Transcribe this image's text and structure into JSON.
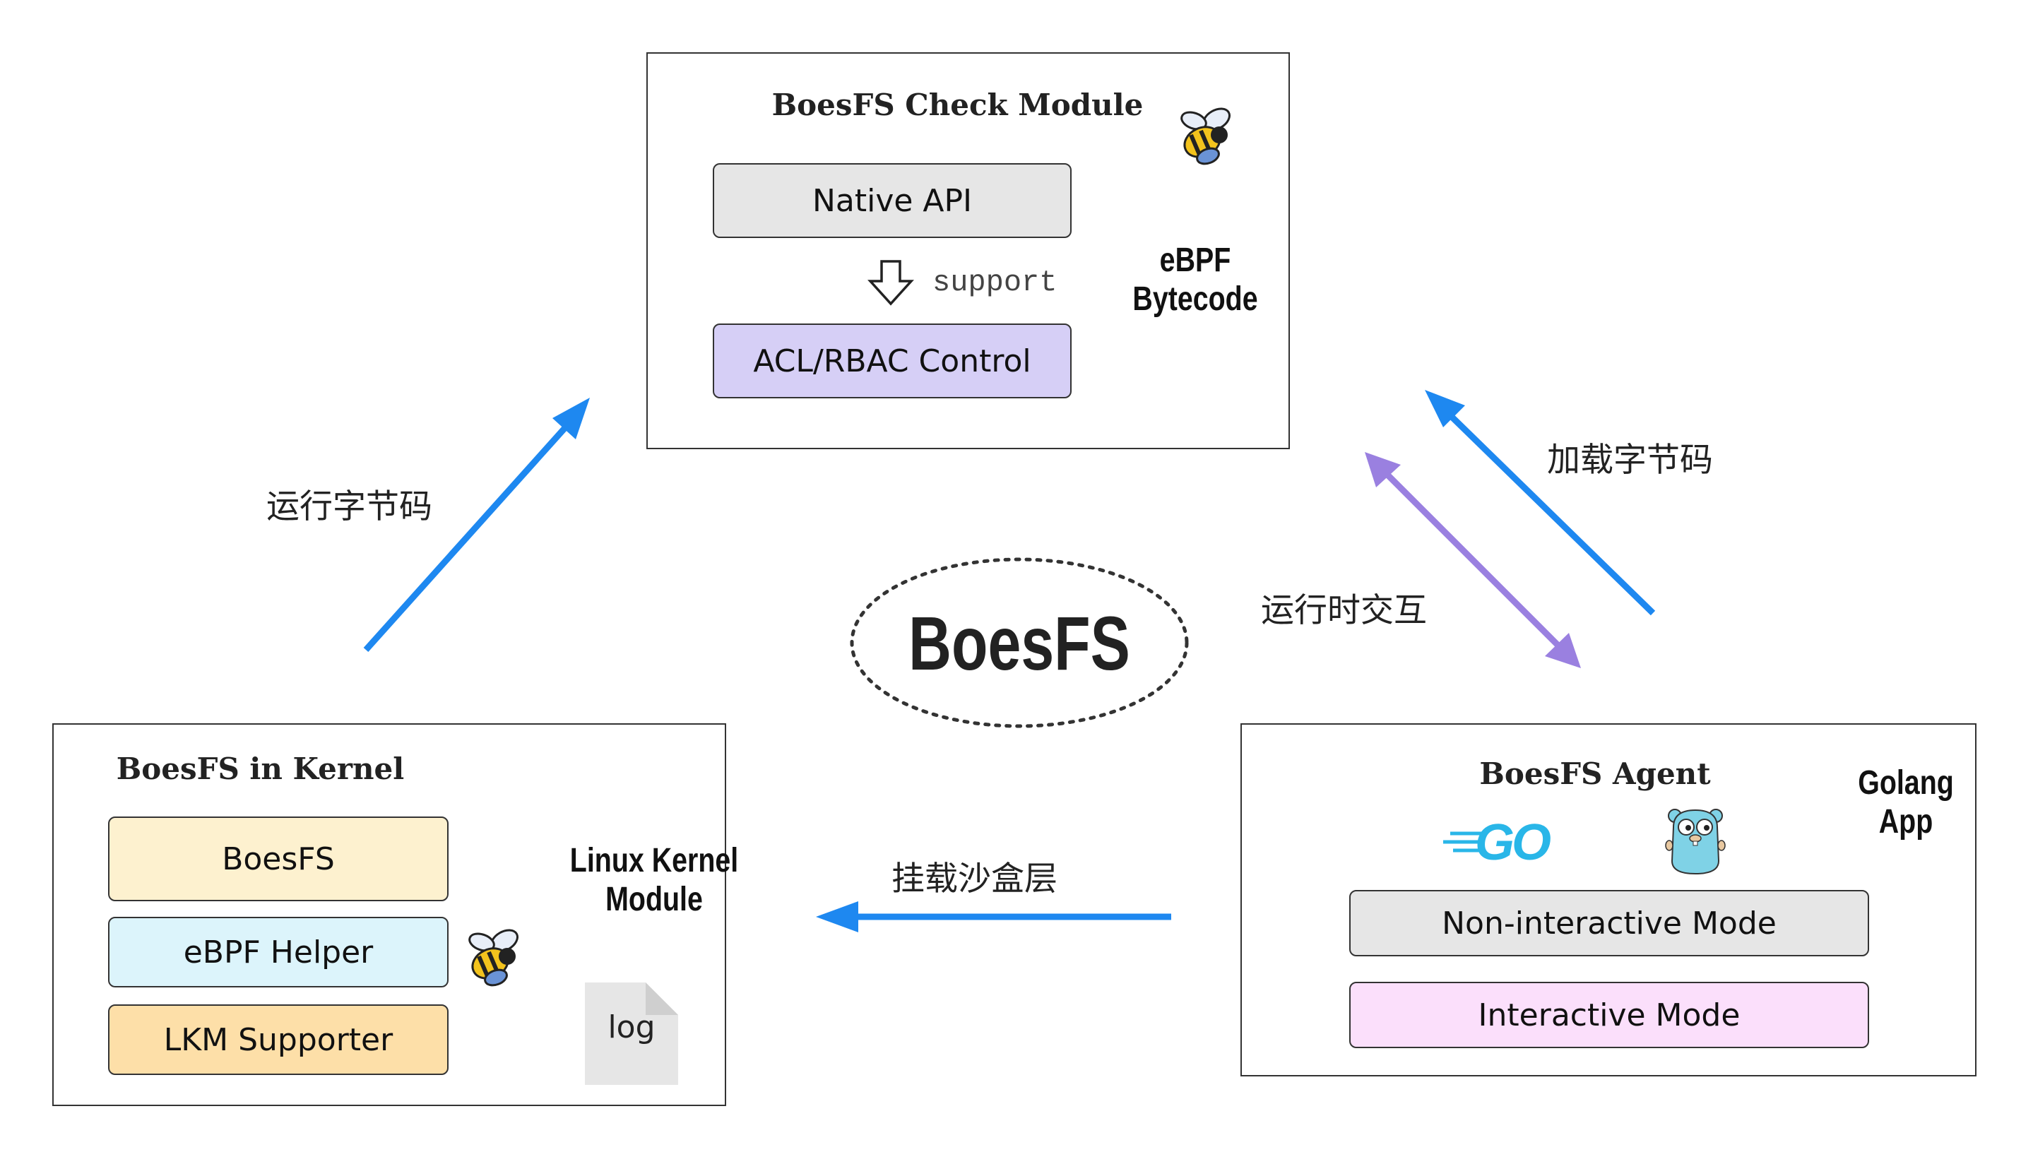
{
  "center": {
    "title": "BoesFS"
  },
  "check_module": {
    "title": "BoesFS Check Module",
    "native_api": "Native API",
    "support": "support",
    "acl": "ACL/RBAC Control",
    "side_label_1": "eBPF",
    "side_label_2": "Bytecode"
  },
  "kernel": {
    "title": "BoesFS in Kernel",
    "items": [
      "BoesFS",
      "eBPF Helper",
      "LKM Supporter"
    ],
    "side_label_1": "Linux Kernel",
    "side_label_2": "Module",
    "log": "log"
  },
  "agent": {
    "title": "BoesFS Agent",
    "go_logo": "GO",
    "modes": [
      "Non-interactive Mode",
      "Interactive Mode"
    ],
    "side_label_1": "Golang",
    "side_label_2": "App"
  },
  "arrows": {
    "run_bytecode": "运行字节码",
    "load_bytecode": "加载字节码",
    "runtime_interact": "运行时交互",
    "mount_sandbox": "挂载沙盒层"
  },
  "colors": {
    "arrow_blue": "#1e88f0",
    "arrow_purple": "#9a80e0",
    "native_api_fill": "#e6e6e6",
    "acl_fill": "#d6cff6",
    "boesfs_fill": "#fdf1cf",
    "helper_fill": "#dcf4fb",
    "lkm_fill": "#fddfa8",
    "noninteractive_fill": "#e6e6e6",
    "interactive_fill": "#fbdffb"
  },
  "icons": [
    "bee-icon",
    "gopher-icon",
    "go-logo-icon",
    "log-file-icon",
    "down-arrow-icon"
  ]
}
